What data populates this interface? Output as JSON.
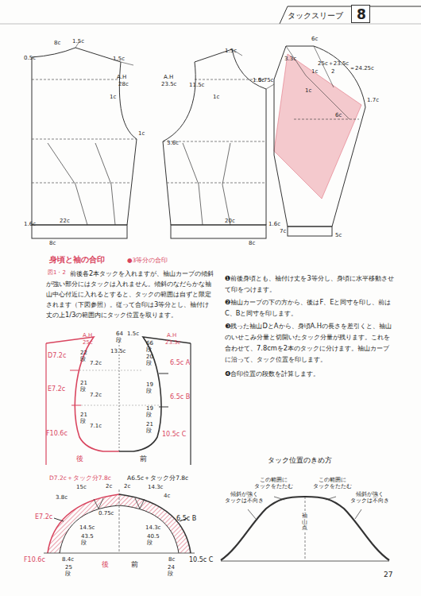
{
  "diagram": {
    "title": "タックスリーブ",
    "nodes": [
      {
        "text": [
          "8"
        ]
      }
    ],
    "labels": [
      "8c",
      "1.5c",
      "0.5c",
      "1.5c",
      "A.H",
      "28c",
      "1c",
      "1c",
      "1.6c",
      "22c",
      "8c",
      "1.5c",
      "A.H",
      "23.5c",
      "11.5c",
      "1.5c",
      "1c",
      "3.6c",
      "20c",
      "1.6c",
      "8c",
      "6c",
      "3.3c",
      "25c＋23.5c",
      "2",
      "＝24.25c",
      "1c",
      "0.75c",
      "1c",
      "1.7c",
      "6c",
      "7c",
      "5c",
      "身頃と袖の合印",
      "●3等分の合印",
      "図1・2",
      "前後各2本タックを入れますが、袖山カーブの傾斜が強い部分にはタックは入れません。傾斜のなだらかな袖山中心付近に入れるとすると、タックの範囲は自ずと限定されます（下図参照）。従って合印は3等分とし、袖付け丈の上1/3の範囲内にタック位置を取ります。",
      "❶前後身頃とも、袖付け丈を3等分し、身頃に水平移動させて印をつけます。",
      "❷袖山カーブの下の方から、後はF、Eと同寸を印し、前はC、Bと同寸を印します。",
      "❸残った袖山DとAから、身頃A.Hの長さを差引くと、袖山のいせこみ分量と切開いたタック分量が残ります。これを合わせて、7.8cmを2本のタックに分けます。袖山カーブに沿って、タック位置を印します。",
      "❹合印位置の段数を計算します。",
      "A.H",
      "25c",
      "64段",
      "1.5c",
      "A.H",
      "23.5c",
      "66段",
      "13.5c",
      "D7.2c",
      "E7.2c",
      "F10.6c",
      "22段",
      "7.2c",
      "21段",
      "7.2c",
      "21段",
      "7.1c",
      "6.5c A",
      "6.5c B",
      "10.5c C",
      "20段",
      "19段",
      "19段",
      "21段",
      "後",
      "前",
      "D7.2c＋タック分7.8c",
      "A6.5c＋タック分7.8c",
      "15c",
      "2c",
      "2c",
      "14.3c",
      "3.8c",
      "0.75c",
      "4c",
      "E7.2c",
      "6.5c B",
      "14.5c",
      "43.5段",
      "14.3c",
      "40.5段",
      "F10.6c",
      "10.5c C",
      "8.4c",
      "25段",
      "8c",
      "24段",
      "後",
      "前",
      "タック位置のきめ方",
      "この範囲に タックをたたむ",
      "この範囲に タックをたたむ",
      "傾斜が強く タックは不向き",
      "傾斜が強く タックは不向き",
      "袖山点",
      "27"
    ]
  }
}
